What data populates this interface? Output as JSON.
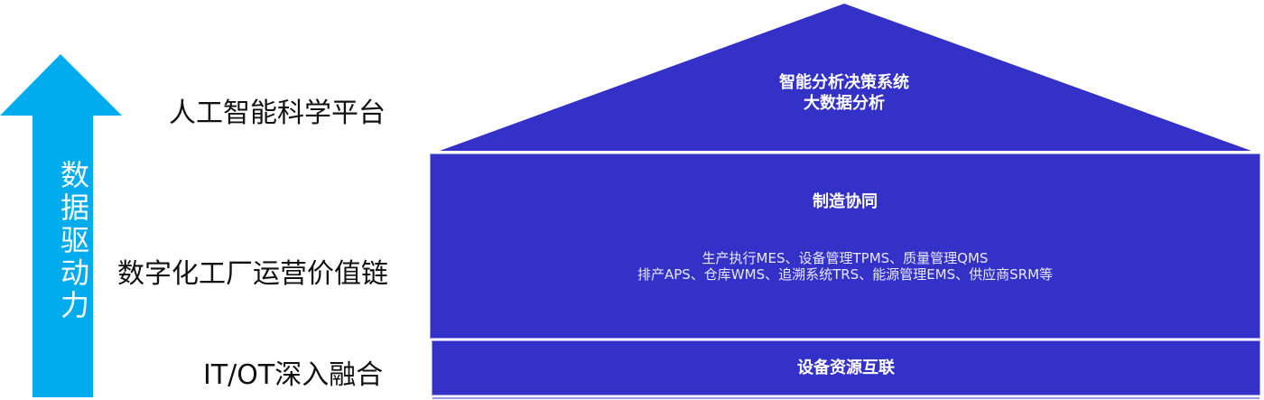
{
  "arrow": {
    "label": "数据驱动力",
    "color": "#00ABEE"
  },
  "levels": [
    {
      "label": "人工智能科学平台",
      "title_lines": [
        "智能分析决策系统",
        "大数据分析"
      ]
    },
    {
      "label": "数字化工厂运营价值链",
      "title": "制造协同",
      "detail_lines": [
        "生产执行MES、设备管理TPMS、质量管理QMS",
        "排产APS、仓库WMS、追溯系统TRS、能源管理EMS、供应商SRM等"
      ]
    },
    {
      "label": "IT/OT深入融合",
      "title": "设备资源互联"
    }
  ],
  "colors": {
    "block": "#3431C8"
  }
}
